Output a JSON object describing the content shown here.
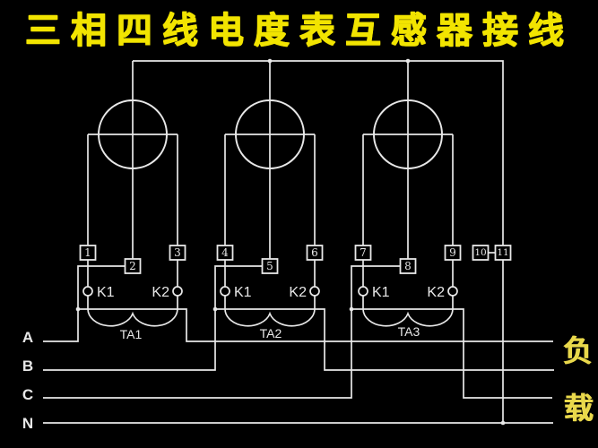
{
  "title": "三相四线电度表互感器接线",
  "colors": {
    "background": "#000000",
    "wire": "#e8e8e8",
    "title_yellow": "#f2e400",
    "load_yellow": "#e9d84b"
  },
  "phases": [
    "A",
    "B",
    "C",
    "N"
  ],
  "terminals": [
    "1",
    "2",
    "3",
    "4",
    "5",
    "6",
    "7",
    "8",
    "9",
    "10",
    "11"
  ],
  "transformers": [
    {
      "label": "TA1",
      "k1": "K1",
      "k2": "K2"
    },
    {
      "label": "TA2",
      "k1": "K1",
      "k2": "K2"
    },
    {
      "label": "TA3",
      "k1": "K1",
      "k2": "K2"
    }
  ],
  "load": [
    "负",
    "载"
  ]
}
